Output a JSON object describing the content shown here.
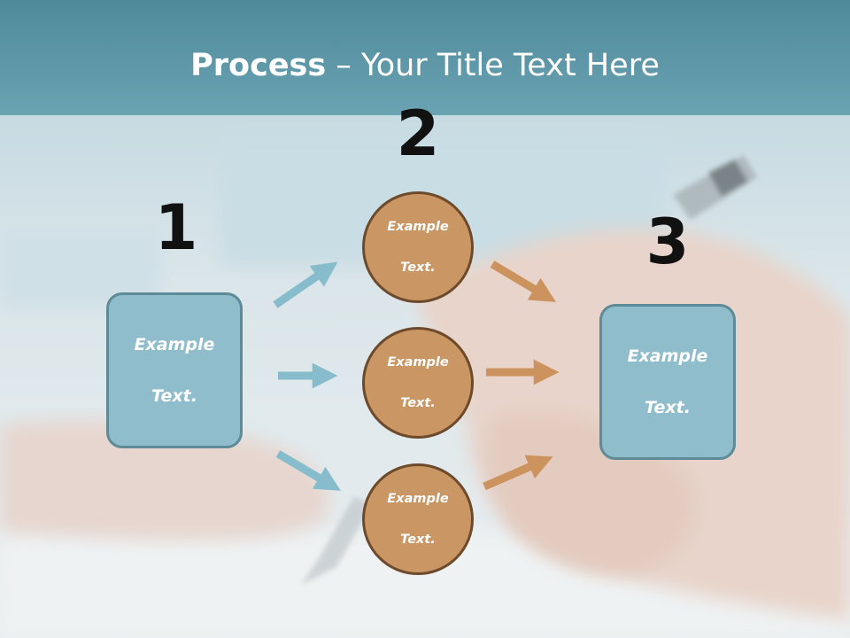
{
  "title": {
    "bold": "Process",
    "rest": " – Your Title Text Here"
  },
  "steps": {
    "one": {
      "number": "1",
      "text_line1": "Example",
      "text_line2": "Text."
    },
    "two": {
      "number": "2",
      "items": [
        {
          "text_line1": "Example",
          "text_line2": "Text."
        },
        {
          "text_line1": "Example",
          "text_line2": "Text."
        },
        {
          "text_line1": "Example",
          "text_line2": "Text."
        }
      ]
    },
    "three": {
      "number": "3",
      "text_line1": "Example",
      "text_line2": "Text."
    }
  },
  "colors": {
    "header": "#5b96a6",
    "box_fill": "#8fbdcb",
    "box_border": "#5f8a98",
    "circle_fill": "#c99664",
    "circle_border": "#6d4a2b",
    "blue_arrow": "#86bccb",
    "orange_arrow": "#cc935f"
  },
  "background_image": "hand-writing-with-pen-photo"
}
